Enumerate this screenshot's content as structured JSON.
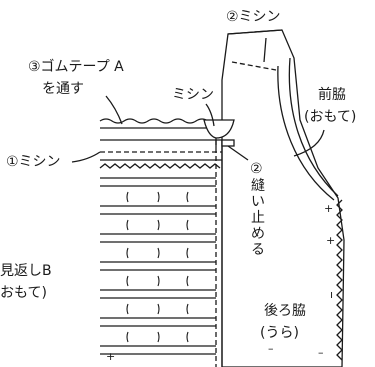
{
  "labels": {
    "stitch_top": "②ミシン",
    "elastic_tape": "③ゴムテープ A",
    "elastic_tape_sub": "を通す",
    "stitch_mid": "ミシン",
    "front_side": "前脇",
    "front_side_sub": "(おもて)",
    "stitch_one": "①ミシン",
    "stop_sewing_num": "②",
    "stop_sewing": "縫い止める",
    "facing": "見返しB",
    "facing_sub": "おもて)",
    "back_side": "後ろ脇",
    "back_side_sub": "(うら)"
  },
  "colors": {
    "line": "#1a1a1a",
    "panel_fill": "#ffffff",
    "background": "#ffffff"
  }
}
